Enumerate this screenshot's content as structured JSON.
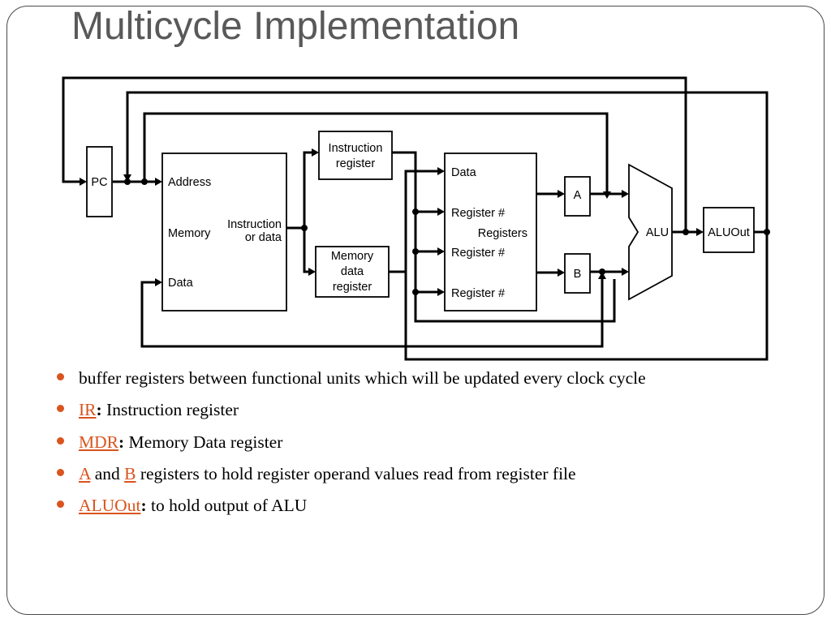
{
  "slide": {
    "title": "Multicycle Implementation"
  },
  "diagram": {
    "pc": "PC",
    "memory": {
      "address": "Address",
      "memory": "Memory",
      "instr_line1": "Instruction",
      "instr_line2": "or data",
      "data": "Data"
    },
    "ir_line1": "Instruction",
    "ir_line2": "register",
    "mdr_line1": "Memory",
    "mdr_line2": "data",
    "mdr_line3": "register",
    "registers": {
      "data": "Data",
      "reg1": "Register #",
      "title": "Registers",
      "reg2": "Register #",
      "reg3": "Register #"
    },
    "a": "A",
    "b": "B",
    "alu": "ALU",
    "aluout": "ALUOut"
  },
  "bullets": {
    "b1": {
      "text": "buffer registers between functional units which will be updated every clock cycle"
    },
    "b2": {
      "term": "IR",
      "colon": ":",
      "text": " Instruction register"
    },
    "b3": {
      "term": "MDR",
      "colon": ":",
      "text": " Memory Data register"
    },
    "b4": {
      "term1": "A",
      "mid": " and ",
      "term2": "B",
      "text": " registers to hold register operand values read from register file"
    },
    "b5": {
      "term": "ALUOut",
      "colon": ":",
      "text": " to hold output of ALU"
    }
  },
  "colors": {
    "accent": "#d9541e",
    "title": "#595959"
  }
}
